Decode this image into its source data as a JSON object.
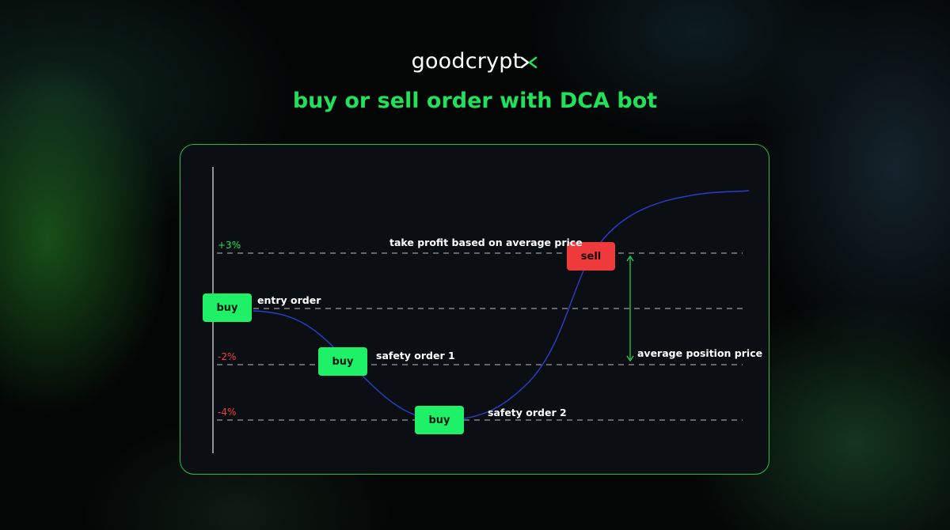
{
  "brand": {
    "logo_text": "goodcrypt",
    "logo_mark": "x-mark-icon",
    "accent": "#22e05a"
  },
  "headline": "buy or sell order with DCA bot",
  "levels": [
    {
      "label": "+3%",
      "color": "#22e05a"
    },
    {
      "label": "-2%",
      "color": "#ef3b3b"
    },
    {
      "label": "-4%",
      "color": "#ef3b3b"
    }
  ],
  "orders": {
    "entry": {
      "button": "buy",
      "annotation": "entry order"
    },
    "safety1": {
      "button": "buy",
      "annotation": "safety order 1"
    },
    "safety2": {
      "button": "buy",
      "annotation": "safety order 2"
    },
    "take_profit": {
      "button": "sell",
      "annotation": "take profit based on average price"
    }
  },
  "average_price_label": "average position price",
  "colors": {
    "buy": "#1ef167",
    "sell": "#ee3a3a",
    "price_line": "#2a3fc8",
    "panel_border": "#1fbd4e"
  }
}
